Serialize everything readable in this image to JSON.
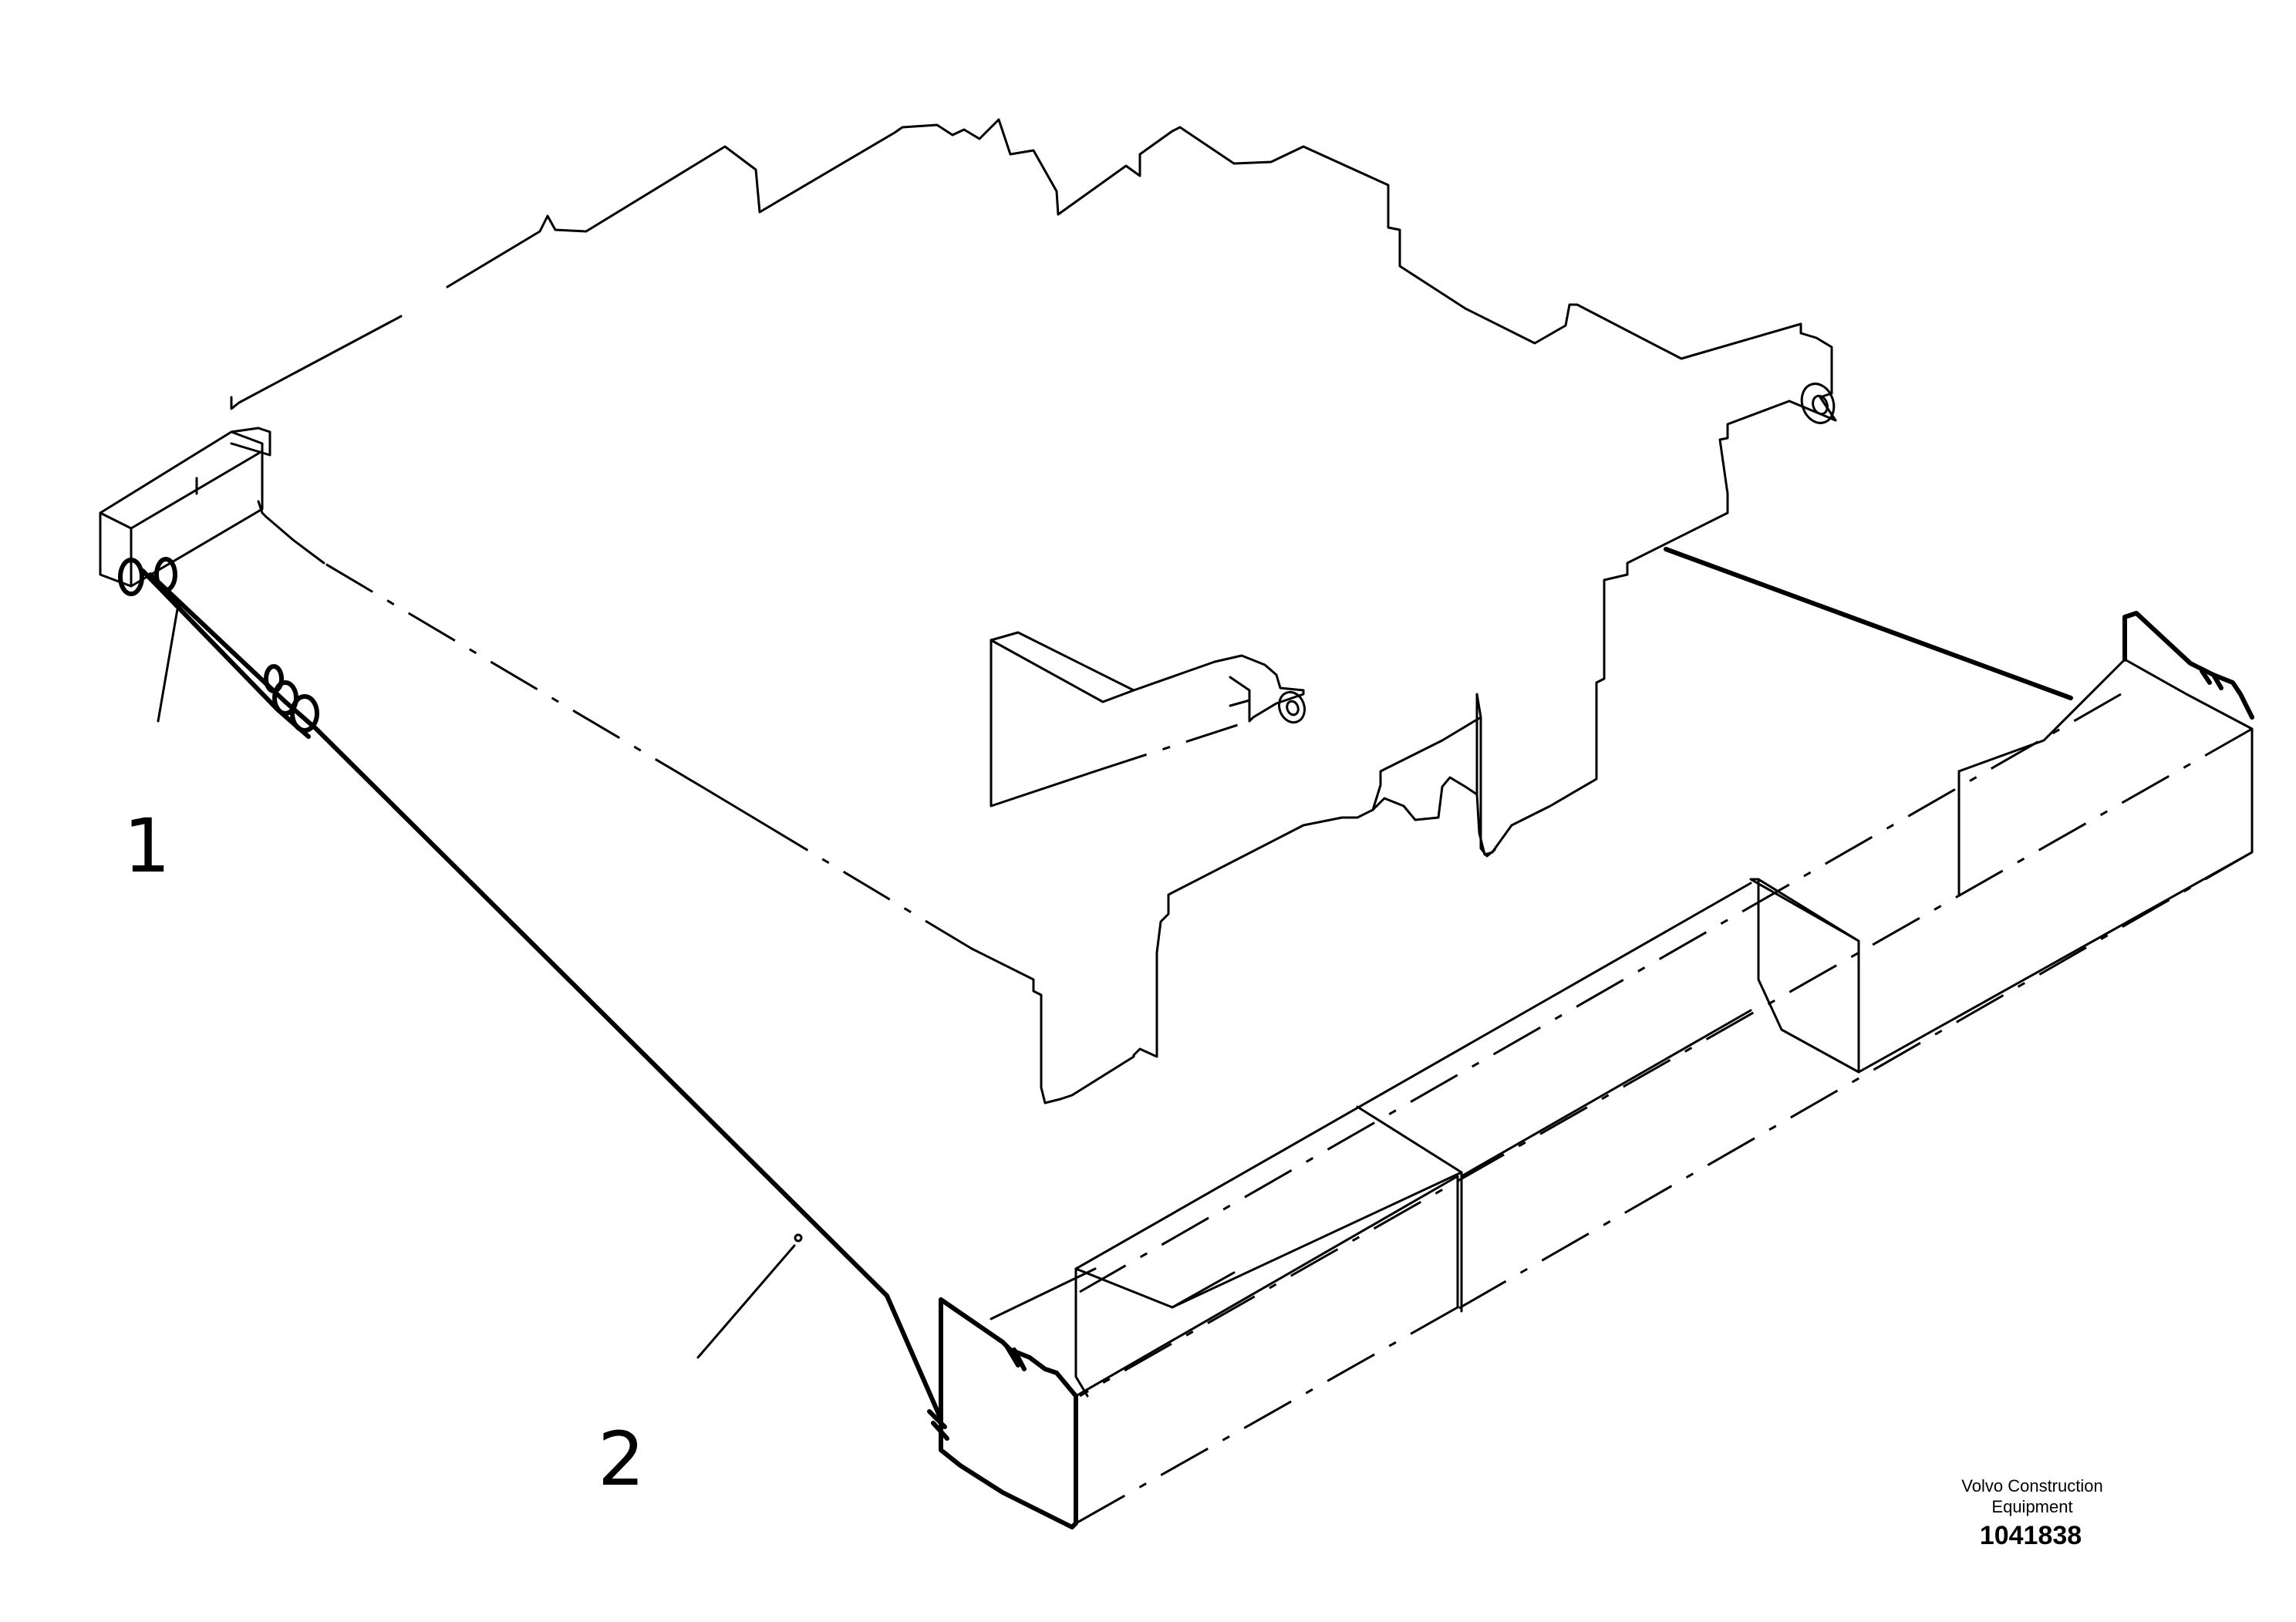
{
  "callouts": [
    {
      "label": "1"
    },
    {
      "label": "2"
    }
  ],
  "footer": {
    "brand_line1": "Volvo Construction",
    "brand_line2": "Equipment",
    "drawing_number": "1041838"
  }
}
